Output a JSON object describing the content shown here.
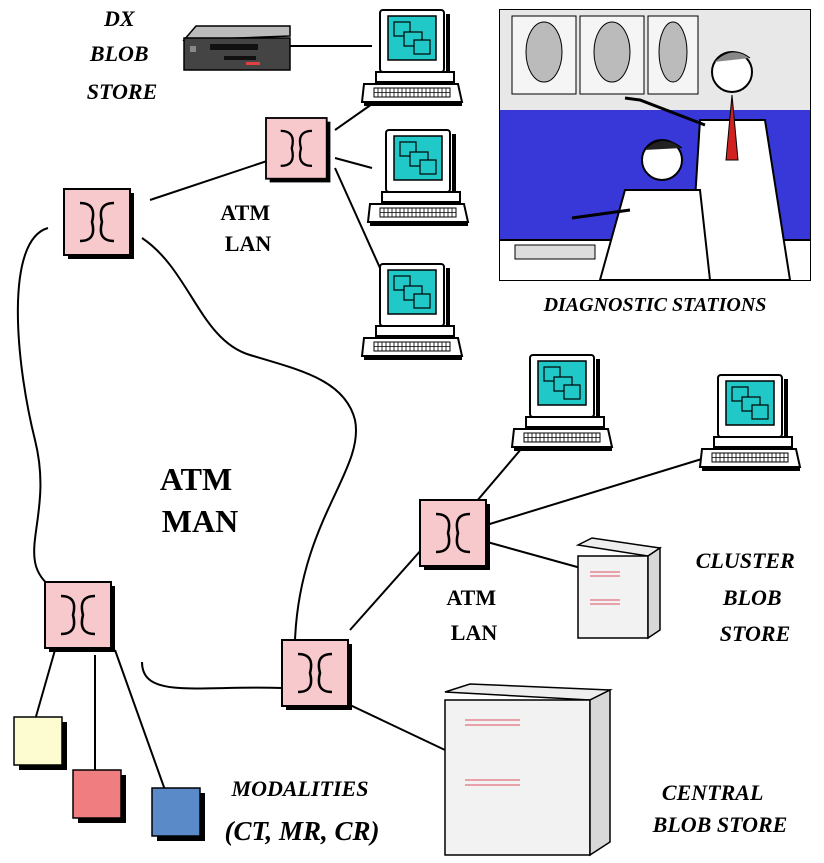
{
  "labels": {
    "dx_store": [
      "DX",
      "BLOB",
      "STORE"
    ],
    "atm_lan_top": [
      "ATM",
      "LAN"
    ],
    "diagnostic": "DIAGNOSTIC STATIONS",
    "atm_man": [
      "ATM",
      "MAN"
    ],
    "atm_lan_bottom": [
      "ATM",
      "LAN"
    ],
    "cluster_store": [
      "CLUSTER",
      "BLOB",
      "STORE"
    ],
    "central_store": [
      "CENTRAL",
      "BLOB STORE"
    ],
    "modalities": [
      "MODALITIES",
      "(CT, MR, CR)"
    ]
  },
  "colors": {
    "switch_fill": "#f7c8cc",
    "screen": "#20c8c8",
    "lan_bg": "#3838d8",
    "mod_yellow": "#fdfbd0",
    "mod_red": "#f07e80",
    "mod_blue": "#5a8bc8",
    "server_line": "#e05060"
  },
  "icons": [
    "switch-icon",
    "workstation-icon",
    "tape-drive-icon",
    "server-icon",
    "modality-icon",
    "radiologists-illustration"
  ]
}
